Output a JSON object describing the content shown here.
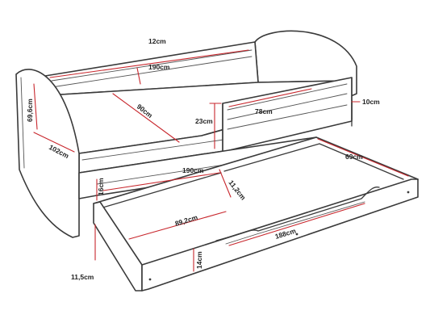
{
  "labels": {
    "drawer_depth_12": "12cm",
    "length_190_top": "190cm",
    "width_90": "90cm",
    "length_78": "78cm",
    "barrier_10": "10cm",
    "barrier_height_23": "23cm",
    "headboard_69_6": "69,6cm",
    "end_102": "102cm",
    "length_190_drawer": "190cm",
    "drawer_11_2": "11,2cm",
    "drawer_16": "16cm",
    "drawer_69": "69cm",
    "drawer_inner_89_2": "89,2cm",
    "drawer_188": "188cm",
    "drawer_front_14": "14cm",
    "leg_11_5": "11,5cm"
  },
  "colors": {
    "outline": "#3a3a3a",
    "dimension": "#c8272d",
    "background": "#ffffff"
  }
}
